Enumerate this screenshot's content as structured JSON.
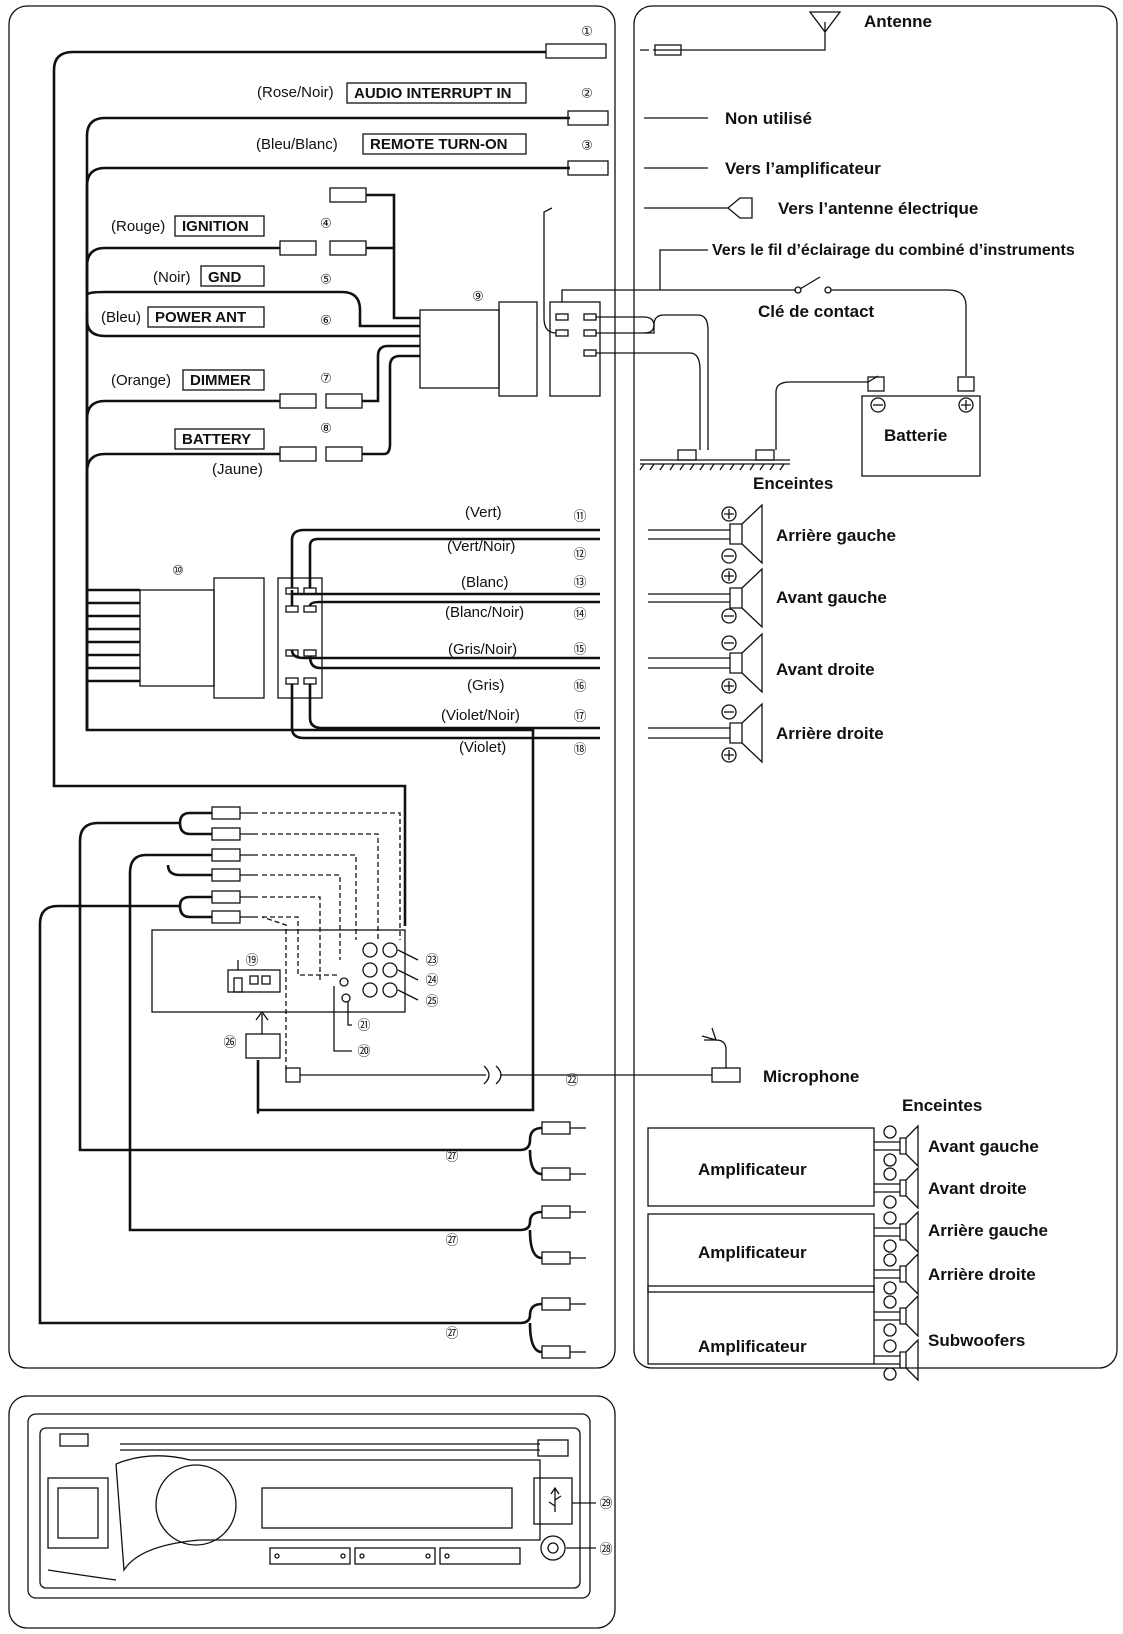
{
  "wires": [
    {
      "n": "1",
      "color": "",
      "name": ""
    },
    {
      "n": "2",
      "color": "(Rose/Noir)",
      "name": "AUDIO INTERRUPT IN"
    },
    {
      "n": "3",
      "color": "(Bleu/Blanc)",
      "name": "REMOTE TURN-ON"
    },
    {
      "n": "4",
      "color": "(Rouge)",
      "name": "IGNITION"
    },
    {
      "n": "5",
      "color": "(Noir)",
      "name": "GND"
    },
    {
      "n": "6",
      "color": "(Bleu)",
      "name": "POWER ANT"
    },
    {
      "n": "7",
      "color": "(Orange)",
      "name": "DIMMER"
    },
    {
      "n": "8",
      "color": "(Jaune)",
      "name": "BATTERY"
    }
  ],
  "right_labels": {
    "antenna": "Antenne",
    "not_used": "Non utilisé",
    "to_amp": "Vers l’amplificateur",
    "to_power_ant": "Vers l’antenne électrique",
    "to_illum": "Vers le fil d’éclairage du combiné d’instruments",
    "ignition_key": "Clé de contact",
    "battery": "Batterie",
    "speakers": "Enceintes"
  },
  "speaker_wires": [
    {
      "n": "11",
      "color": "(Vert)"
    },
    {
      "n": "12",
      "color": "(Vert/Noir)"
    },
    {
      "n": "13",
      "color": "(Blanc)"
    },
    {
      "n": "14",
      "color": "(Blanc/Noir)"
    },
    {
      "n": "15",
      "color": "(Gris/Noir)"
    },
    {
      "n": "16",
      "color": "(Gris)"
    },
    {
      "n": "17",
      "color": "(Violet/Noir)"
    },
    {
      "n": "18",
      "color": "(Violet)"
    }
  ],
  "speakers": [
    "Arrière gauche",
    "Avant gauche",
    "Avant droite",
    "Arrière droite"
  ],
  "numbers": {
    "n9": "9",
    "n10": "10",
    "n19": "19",
    "n20": "20",
    "n21": "21",
    "n22": "22",
    "n23": "23",
    "n24": "24",
    "n25": "25",
    "n26": "26",
    "n27": "27",
    "n28": "28",
    "n29": "29"
  },
  "microphone": "Microphone",
  "amp_section": {
    "speakers_title": "Enceintes",
    "amplifier": "Amplificateur",
    "outputs": [
      "Avant gauche",
      "Avant droite",
      "Arrière gauche",
      "Arrière droite",
      "Subwoofers"
    ]
  },
  "icons": [
    "antenna-icon",
    "speaker-icon",
    "rca-plug-icon",
    "battery-icon",
    "microphone-icon",
    "usb-icon",
    "ignition-switch-icon",
    "ground-icon"
  ]
}
